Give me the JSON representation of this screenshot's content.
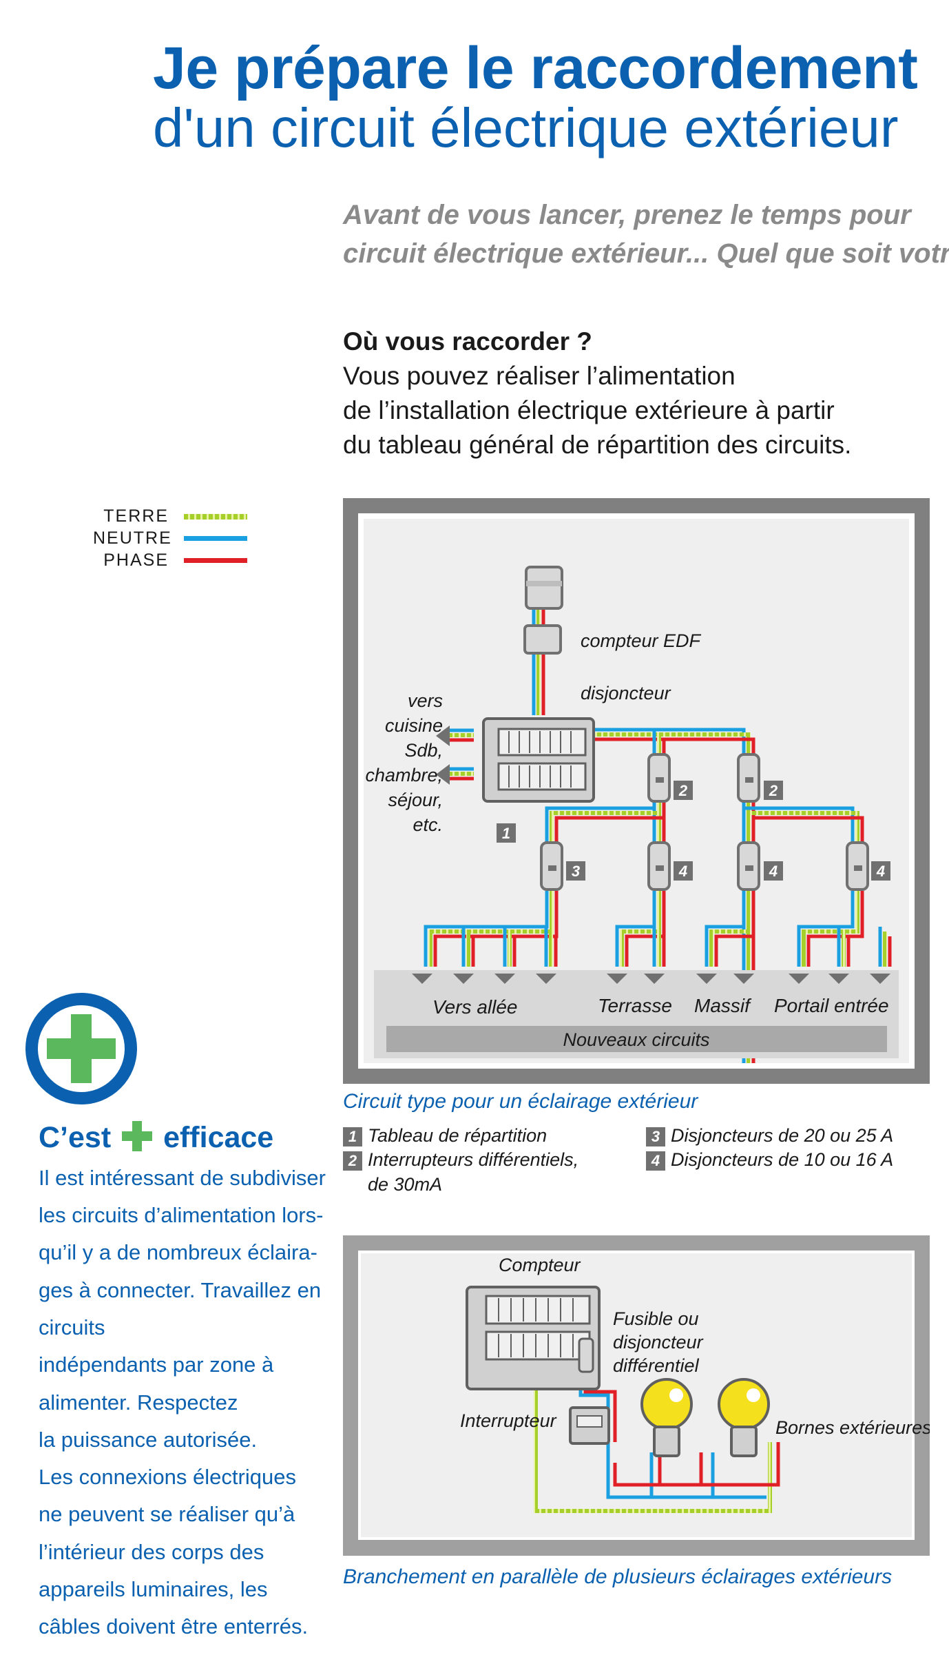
{
  "header": {
    "title_bold": "Je prépare le raccordement",
    "title_light": "d'un circuit électrique extérieur"
  },
  "intro": {
    "line1": "Avant de vous lancer, prenez le temps pour",
    "line2": "circuit électrique extérieur... Quel que soit votre"
  },
  "question": {
    "heading": "Où vous raccorder ?",
    "lines": [
      "Vous pouvez réaliser l’alimentation",
      "de l’installation électrique extérieure à partir",
      "du tableau général de répartition des circuits."
    ]
  },
  "legend": {
    "items": [
      {
        "label": "TERRE",
        "color": "#a6cf2a"
      },
      {
        "label": "NEUTRE",
        "color": "#1aa0e0"
      },
      {
        "label": "PHASE",
        "color": "#e11f26"
      }
    ]
  },
  "diagram1": {
    "compteur": "compteur EDF",
    "disjoncteur": "disjoncteur",
    "vers": [
      "vers",
      "cuisine",
      "Sdb,",
      "chambre,",
      "séjour,",
      "etc."
    ],
    "markers": [
      "1",
      "2",
      "2",
      "3",
      "4",
      "4",
      "4"
    ],
    "zones": [
      "Vers allée",
      "Terrasse",
      "Massif",
      "Portail entrée"
    ],
    "bar": "Nouveaux circuits",
    "caption": "Circuit type pour un éclairage extérieur"
  },
  "key": {
    "items": [
      {
        "num": "1",
        "text": "Tableau de répartition"
      },
      {
        "num": "2",
        "text": "Interrupteurs différentiels,",
        "text2": "de 30mA"
      },
      {
        "num": "3",
        "text": "Disjoncteurs de 20 ou 25 A"
      },
      {
        "num": "4",
        "text": "Disjoncteurs de 10 ou 16 A"
      }
    ]
  },
  "diagram2": {
    "compteur": "Compteur",
    "fusible": [
      "Fusible ou",
      "disjoncteur",
      "différentiel"
    ],
    "interrupteur": "Interrupteur",
    "bornes": "Bornes extérieures",
    "caption": "Branchement en parallèle de plusieurs éclairages extérieurs"
  },
  "tip": {
    "title_pre": "C’est",
    "title_post": "efficace",
    "lines": [
      "Il est intéressant de subdiviser",
      "les circuits d’alimentation lors-",
      "qu’il y a de nombreux éclaira-",
      "ges à connecter. Travaillez en",
      "circuits",
      "indépendants par zone à",
      "alimenter. Respectez",
      "la puissance autorisée.",
      "Les connexions électriques",
      "ne peuvent se réaliser qu’à",
      "l’intérieur des corps des",
      "appareils luminaires, les",
      "câbles doivent être enterrés."
    ]
  },
  "colors": {
    "brand_blue": "#0b61b0",
    "plus_green": "#5cb85c",
    "terre": "#a6cf2a",
    "neutre": "#1aa0e0",
    "phase": "#e11f26"
  }
}
